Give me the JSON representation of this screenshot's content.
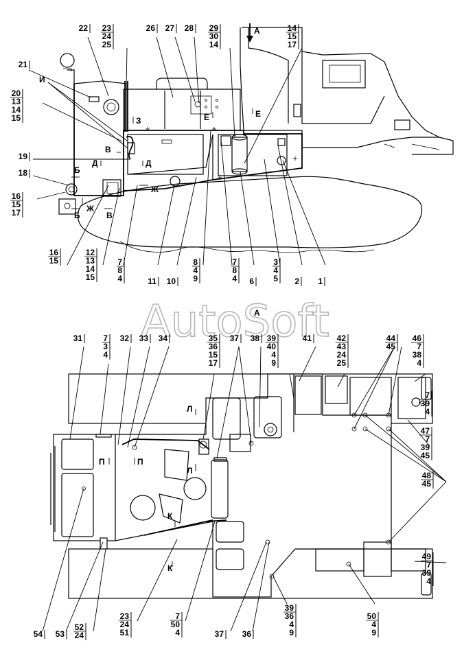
{
  "watermark": "AutoSoft",
  "view_markers": {
    "top_A": "А",
    "bottom_A": "А",
    "B1": "В",
    "B2": "В",
    "D1": "Д",
    "D2": "Д",
    "E1": "Е",
    "E2": "Е",
    "Z": "З",
    "I": "И",
    "Zh1": "Ж",
    "Zh2": "Ж",
    "Bb1": "Б",
    "Bb2": "Б",
    "L1": "Л",
    "L2": "Л",
    "P1": "П",
    "P2": "П",
    "K1": "К",
    "K2": "К"
  },
  "callouts_top": [
    {
      "id": "c22",
      "lines": [
        "22"
      ]
    },
    {
      "id": "c23",
      "lines": [
        "23",
        "24",
        "25"
      ]
    },
    {
      "id": "c26",
      "lines": [
        "26"
      ]
    },
    {
      "id": "c27",
      "lines": [
        "27"
      ]
    },
    {
      "id": "c28",
      "lines": [
        "28"
      ]
    },
    {
      "id": "c29",
      "lines": [
        "29",
        "30",
        "14"
      ]
    },
    {
      "id": "c14a",
      "lines": [
        "14",
        "15",
        "17"
      ]
    },
    {
      "id": "c21",
      "lines": [
        "21"
      ]
    },
    {
      "id": "c20",
      "lines": [
        "20",
        "13",
        "14",
        "15"
      ]
    },
    {
      "id": "c19",
      "lines": [
        "19"
      ]
    },
    {
      "id": "c18",
      "lines": [
        "18"
      ]
    },
    {
      "id": "c16a",
      "lines": [
        "16",
        "15",
        "17"
      ]
    },
    {
      "id": "c16b",
      "lines": [
        "16",
        "15"
      ]
    },
    {
      "id": "c12",
      "lines": [
        "12",
        "13",
        "14",
        "15"
      ]
    },
    {
      "id": "c7a",
      "lines": [
        "7",
        "8",
        "4"
      ]
    },
    {
      "id": "c11",
      "lines": [
        "11"
      ]
    },
    {
      "id": "c10",
      "lines": [
        "10"
      ]
    },
    {
      "id": "c8",
      "lines": [
        "8",
        "4",
        "9"
      ]
    },
    {
      "id": "c7b",
      "lines": [
        "7",
        "8",
        "4"
      ]
    },
    {
      "id": "c6",
      "lines": [
        "6"
      ]
    },
    {
      "id": "c3",
      "lines": [
        "3",
        "4",
        "5"
      ]
    },
    {
      "id": "c2",
      "lines": [
        "2"
      ]
    },
    {
      "id": "c1",
      "lines": [
        "1"
      ]
    }
  ],
  "callouts_bottom": [
    {
      "id": "c31",
      "lines": [
        "31"
      ]
    },
    {
      "id": "c7c",
      "lines": [
        "7",
        "3",
        "4"
      ]
    },
    {
      "id": "c32",
      "lines": [
        "32"
      ]
    },
    {
      "id": "c33",
      "lines": [
        "33"
      ]
    },
    {
      "id": "c34",
      "lines": [
        "34"
      ]
    },
    {
      "id": "c35",
      "lines": [
        "35",
        "36",
        "15",
        "17"
      ]
    },
    {
      "id": "c37a",
      "lines": [
        "37"
      ]
    },
    {
      "id": "c38",
      "lines": [
        "38"
      ]
    },
    {
      "id": "c39a",
      "lines": [
        "39",
        "40",
        "4",
        "9"
      ]
    },
    {
      "id": "c41",
      "lines": [
        "41"
      ]
    },
    {
      "id": "c42",
      "lines": [
        "42",
        "43",
        "24",
        "25"
      ]
    },
    {
      "id": "c44",
      "lines": [
        "44",
        "45"
      ]
    },
    {
      "id": "c46",
      "lines": [
        "46",
        "7",
        "38",
        "4"
      ]
    },
    {
      "id": "c7d",
      "lines": [
        "7",
        "39",
        "4"
      ]
    },
    {
      "id": "c47",
      "lines": [
        "47",
        "7",
        "39",
        "45"
      ]
    },
    {
      "id": "c48",
      "lines": [
        "48",
        "45"
      ]
    },
    {
      "id": "c49",
      "lines": [
        "49",
        "7",
        "39",
        "4"
      ]
    },
    {
      "id": "c54",
      "lines": [
        "54"
      ]
    },
    {
      "id": "c53",
      "lines": [
        "53"
      ]
    },
    {
      "id": "c52",
      "lines": [
        "52",
        "24"
      ]
    },
    {
      "id": "c23b",
      "lines": [
        "23",
        "24",
        "51"
      ]
    },
    {
      "id": "c7e",
      "lines": [
        "7",
        "50",
        "4"
      ]
    },
    {
      "id": "c37b",
      "lines": [
        "37"
      ]
    },
    {
      "id": "c36",
      "lines": [
        "36"
      ]
    },
    {
      "id": "c39b",
      "lines": [
        "39",
        "36",
        "4",
        "9"
      ]
    },
    {
      "id": "c50",
      "lines": [
        "50",
        "4",
        "9"
      ]
    }
  ]
}
